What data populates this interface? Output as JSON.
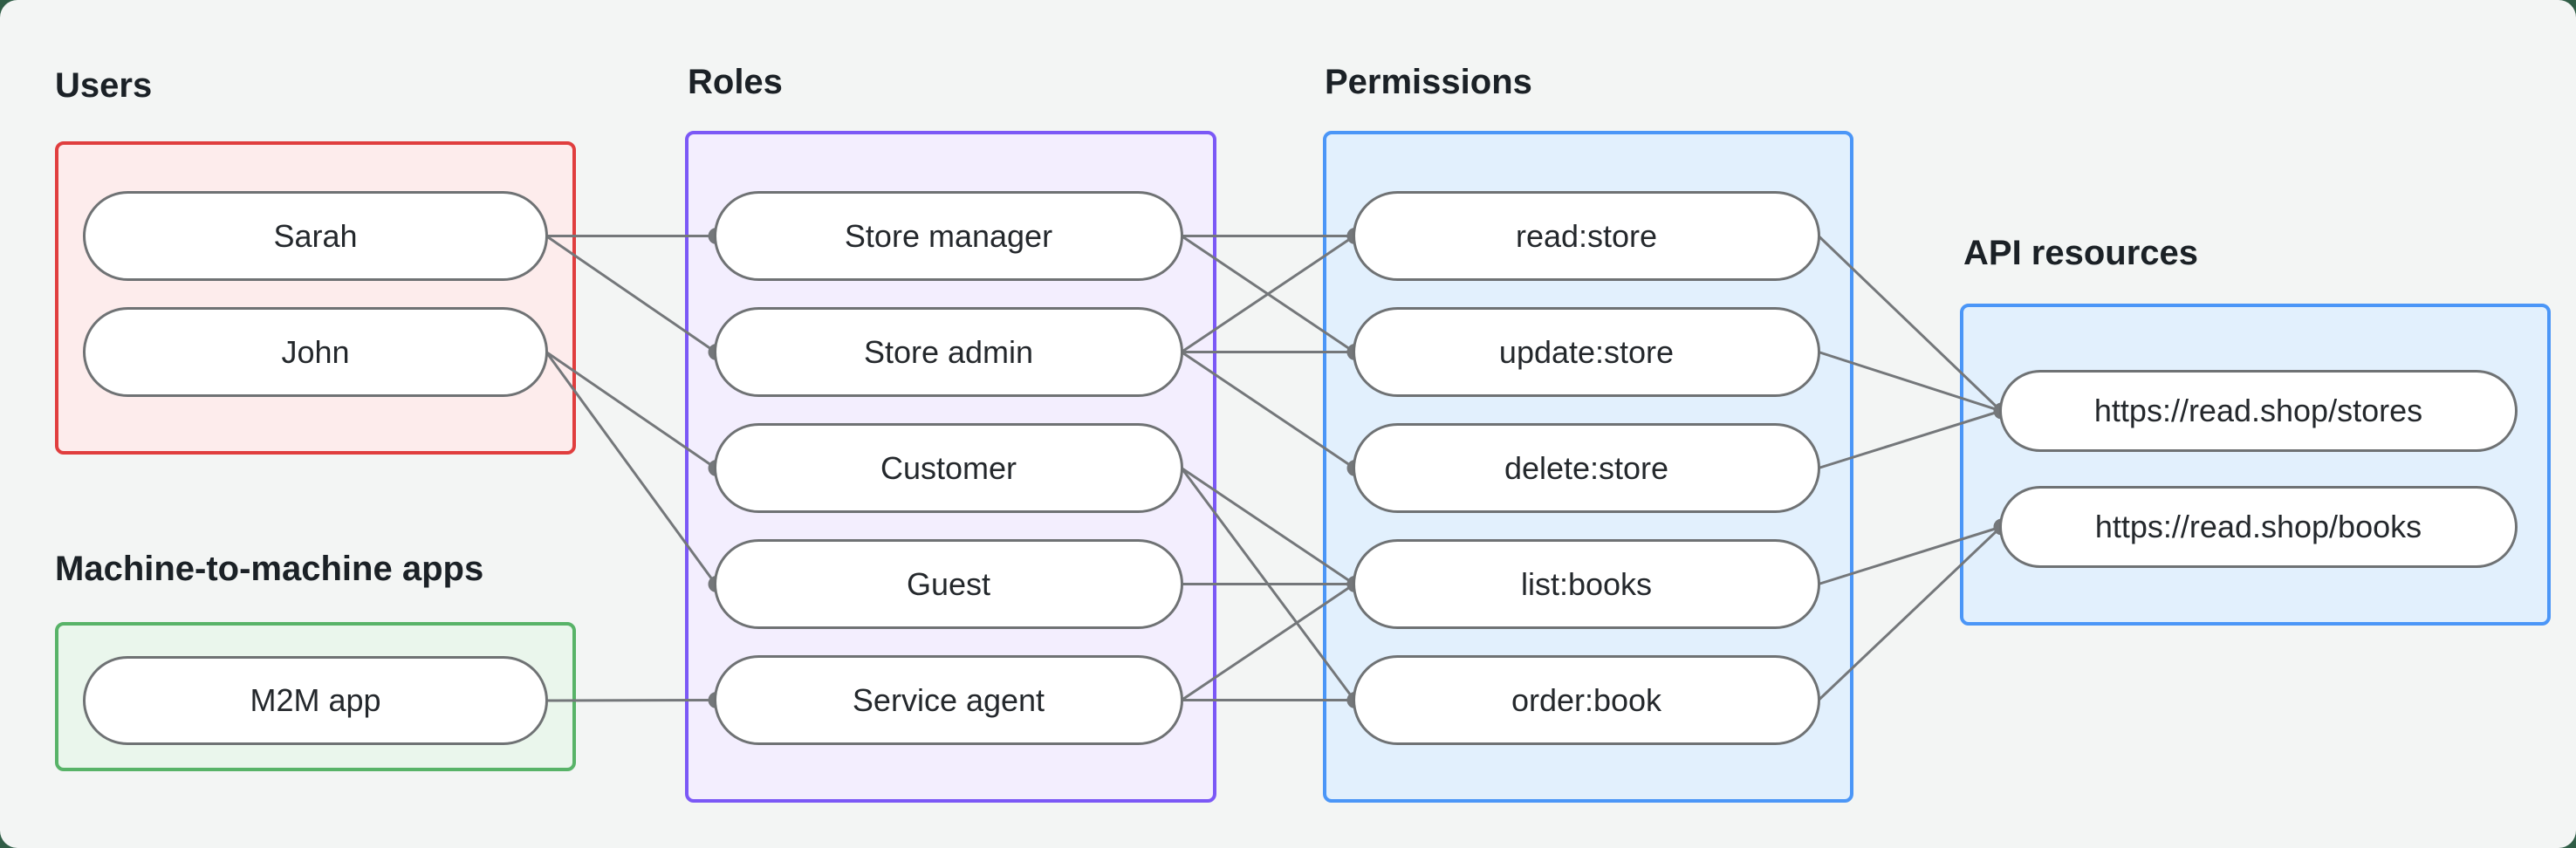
{
  "diagram": {
    "groups": {
      "users": {
        "title": "Users",
        "nodes": [
          {
            "id": "sarah",
            "label": "Sarah"
          },
          {
            "id": "john",
            "label": "John"
          }
        ]
      },
      "m2m": {
        "title": "Machine-to-machine apps",
        "nodes": [
          {
            "id": "m2m-app",
            "label": "M2M app"
          }
        ]
      },
      "roles": {
        "title": "Roles",
        "nodes": [
          {
            "id": "store-manager",
            "label": "Store manager"
          },
          {
            "id": "store-admin",
            "label": "Store admin"
          },
          {
            "id": "customer",
            "label": "Customer"
          },
          {
            "id": "guest",
            "label": "Guest"
          },
          {
            "id": "service-agent",
            "label": "Service agent"
          }
        ]
      },
      "permissions": {
        "title": "Permissions",
        "nodes": [
          {
            "id": "read-store",
            "label": "read:store"
          },
          {
            "id": "update-store",
            "label": "update:store"
          },
          {
            "id": "delete-store",
            "label": "delete:store"
          },
          {
            "id": "list-books",
            "label": "list:books"
          },
          {
            "id": "order-book",
            "label": "order:book"
          }
        ]
      },
      "api": {
        "title": "API resources",
        "nodes": [
          {
            "id": "stores-api",
            "label": "https://read.shop/stores"
          },
          {
            "id": "books-api",
            "label": "https://read.shop/books"
          }
        ]
      }
    },
    "edges": [
      [
        "sarah",
        "store-manager"
      ],
      [
        "sarah",
        "store-admin"
      ],
      [
        "john",
        "customer"
      ],
      [
        "john",
        "guest"
      ],
      [
        "m2m-app",
        "service-agent"
      ],
      [
        "store-manager",
        "read-store"
      ],
      [
        "store-manager",
        "update-store"
      ],
      [
        "store-admin",
        "read-store"
      ],
      [
        "store-admin",
        "update-store"
      ],
      [
        "store-admin",
        "delete-store"
      ],
      [
        "customer",
        "list-books"
      ],
      [
        "customer",
        "order-book"
      ],
      [
        "guest",
        "list-books"
      ],
      [
        "service-agent",
        "list-books"
      ],
      [
        "service-agent",
        "order-book"
      ],
      [
        "read-store",
        "stores-api"
      ],
      [
        "update-store",
        "stores-api"
      ],
      [
        "delete-store",
        "stores-api"
      ],
      [
        "list-books",
        "books-api"
      ],
      [
        "order-book",
        "books-api"
      ]
    ],
    "colors": {
      "users_border": "#e03e3e",
      "users_fill": "#fdecec",
      "m2m_border": "#58b368",
      "m2m_fill": "#eaf6ec",
      "roles_border": "#7b58f6",
      "roles_fill": "#f3eefe",
      "permissions_border": "#4b96f7",
      "permissions_fill": "#e2f0fd",
      "api_border": "#4b96f7",
      "api_fill": "#e2f0fd",
      "edge": "#74777a",
      "node_border": "#6f7274",
      "node_fill": "#ffffff",
      "background": "#f3f5f4",
      "page_corner_background": "#305d46"
    }
  }
}
